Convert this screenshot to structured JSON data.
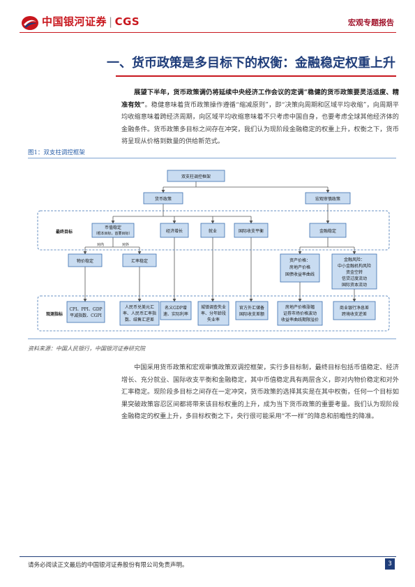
{
  "header": {
    "logo_text": "中国银河证券",
    "logo_cgs": "CGS",
    "report_type": "宏观专题报告"
  },
  "section": {
    "title": "一、货币政策是多目标下的权衡：金融稳定权重上升"
  },
  "intro": {
    "lead_bold": "展望下半年，货币政策调仍将延续中央经济工作会议的定调“稳健的货币政策要灵活适度、精准有效”",
    "body": "。稳健意味着货币政策操作遵循“缩减原则”，即“决策向周期和区域平均收缩”，向周期平均收缩意味着跨经济周期，向区域平均收缩意味着不只考虑中国自身，也要考虑全球其他经济体的金融条件。货币政策多目标之间存在冲突，我们认为现阶段金融稳定的权重上升，权衡之下，货币将呈现从价格到数量的供给新范式。"
  },
  "figure": {
    "caption": "图1：双支柱调控框架",
    "source": "资料来源：中国人民银行，中国银河证券研究院",
    "nodes": {
      "root": "双支柱调控框架",
      "monetary": "货币政策",
      "macroprudential": "宏观审慎政策",
      "final_goals_label": "最终目标",
      "currency_stability_1": "币值稳定",
      "currency_stability_2": "（根本目标，首要目标）",
      "growth": "经济增长",
      "employment": "就业",
      "bop": "国际收支平衡",
      "financial_stability": "金融稳定",
      "internal": "对内",
      "external": "对外",
      "price_stability": "物价稳定",
      "fx_stability": "汇率稳定",
      "asset_price_1": "资产价格：",
      "asset_price_2": "房地产价格",
      "asset_price_3": "国债收益率曲线",
      "fin_risk_1": "金融风险：",
      "fin_risk_2": "中小金融机构风险",
      "fin_risk_3": "资金空转",
      "fin_risk_4": "信贷过度流动",
      "fin_risk_5": "国际资本流动",
      "indicators_label": "观测指标",
      "ind_price_1": "CPI、PPI、GDP",
      "ind_price_2": "平减指数、CGPI",
      "ind_fx_1": "人民币兑美元汇",
      "ind_fx_2": "率、人民币汇率指",
      "ind_fx_3": "数、结售汇逆差",
      "ind_growth_1": "名义GDP增",
      "ind_growth_2": "速、实际利率",
      "ind_emp_1": "城镇调查失业",
      "ind_emp_2": "率、分年龄段",
      "ind_emp_3": "失业率",
      "ind_bop_1": "官方外汇储备",
      "ind_bop_2": "国际收支差额",
      "ind_asset_1": "房地产价格涨幅",
      "ind_asset_2": "证券市场价格波动",
      "ind_asset_3": "收益率曲线期限溢价",
      "ind_risk_1": "商业银行净息差",
      "ind_risk_2": "跨境收支逆差"
    }
  },
  "body2": {
    "text": "中国采用货币政策和宏观审慎政策双调控框架，实行多目标制，最终目标包括币值稳定、经济增长、充分就业、国际收支平衡和金融稳定，其中币值稳定具有两层含义，即对内物价稳定和对外汇率稳定。现阶段多目标之间存在一定冲突，货币政策的选择其实是在其中权衡，任何一个目标如果突破政策容忍区间都将带来该目标权重的上升，成为当下货币政策的重要考量。我们认为现阶段金融稳定的权重上升，多目标权衡之下，央行很可能采用“不一样”的降息和前瞻性的降准。"
  },
  "footer": {
    "disclaimer": "请务必阅读正文最后的中国银河证券股份有限公司免责声明。",
    "page": "3"
  },
  "colors": {
    "brand_red": "#c8161d",
    "navy": "#1f3d7a",
    "node_fill": "#c9dcf1",
    "node_stroke": "#3a6fb0",
    "dashed_border": "#3a6fb0"
  }
}
